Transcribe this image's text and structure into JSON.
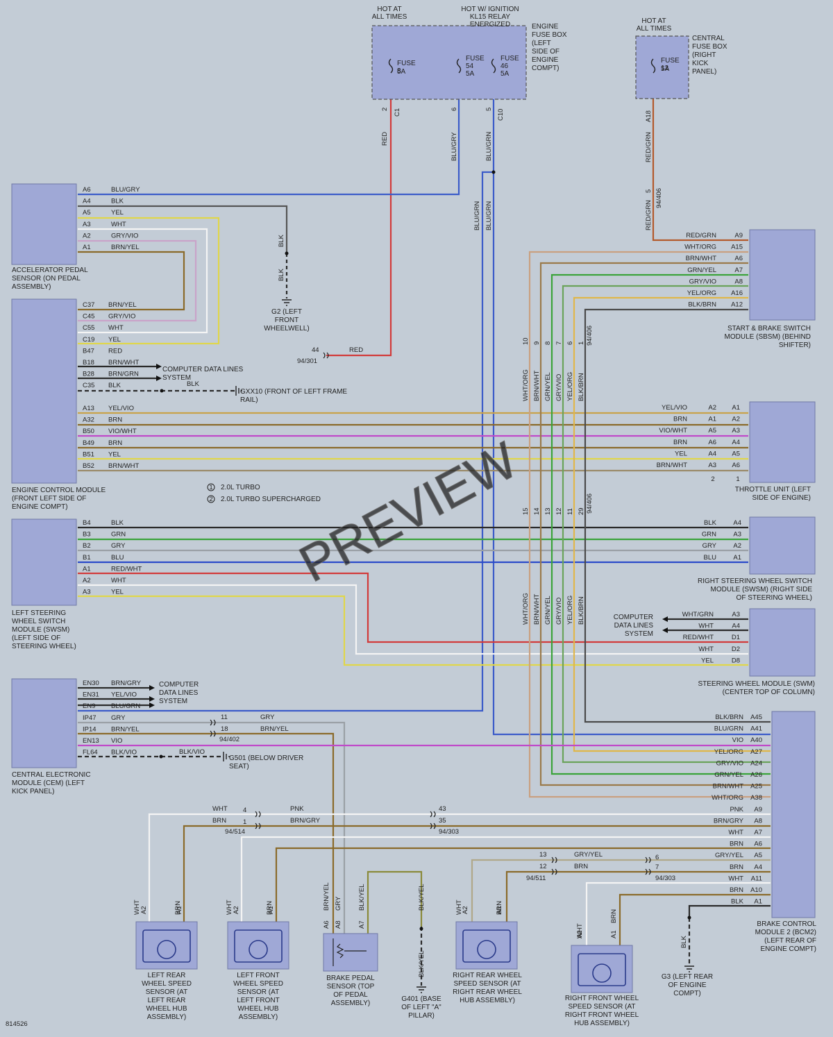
{
  "diagram_id": "814526",
  "watermark": "PREVIEW",
  "power_labels": {
    "hot_at_all_times": "HOT AT ALL TIMES",
    "hot_w_ignition": "HOT W/ IGNITION KL15 RELAY ENERGIZED"
  },
  "fuse_boxes": {
    "engine": "ENGINE FUSE BOX (LEFT SIDE OF ENGINE COMPT)",
    "central": "CENTRAL FUSE BOX (RIGHT KICK PANEL)"
  },
  "fuses": [
    {
      "name": "FUSE 8",
      "rating": "5A"
    },
    {
      "name": "FUSE 54",
      "rating": "5A"
    },
    {
      "name": "FUSE 46",
      "rating": "5A"
    },
    {
      "name": "FUSE 12",
      "rating": "5A"
    }
  ],
  "modules": {
    "aps": "ACCELERATOR PEDAL SENSOR (ON PEDAL ASSEMBLY)",
    "ecm": "ENGINE CONTROL MODULE (FRONT LEFT SIDE OF ENGINE COMPT)",
    "lswsm": "LEFT STEERING WHEEL SWITCH MODULE (SWSM) (LEFT SIDE OF STEERING WHEEL)",
    "cem": "CENTRAL ELECTRONIC MODULE (CEM) (LEFT KICK PANEL)",
    "sbsm": "START & BRAKE SWITCH MODULE (SBSM) (BEHIND SHIFTER)",
    "throttle": "THROTTLE UNIT (LEFT SIDE OF ENGINE)",
    "rswsm": "RIGHT STEERING WHEEL SWITCH MODULE (SWSM) (RIGHT SIDE OF STEERING WHEEL)",
    "swm": "STEERING WHEEL MODULE (SWM) (CENTER TOP OF COLUMN)",
    "bcm2": "BRAKE CONTROL MODULE 2 (BCM2) (LEFT REAR OF ENGINE COMPT)",
    "lr_wss": "LEFT REAR WHEEL SPEED SENSOR (AT LEFT REAR WHEEL HUB ASSEMBLY)",
    "lf_wss": "LEFT FRONT WHEEL SPEED SENSOR (AT LEFT FRONT WHEEL HUB ASSEMBLY)",
    "bps": "BRAKE PEDAL SENSOR (TOP OF PEDAL ASSEMBLY)",
    "rr_wss": "RIGHT REAR WHEEL SPEED SENSOR (AT RIGHT REAR WHEEL HUB ASSEMBLY)",
    "rf_wss": "RIGHT FRONT WHEEL SPEED SENSOR (AT RIGHT FRONT WHEEL HUB ASSEMBLY)"
  },
  "grounds": {
    "g2": "G2 (LEFT FRONT WHEELWELL)",
    "gxx10": "GXX10 (FRONT OF LEFT FRAME RAIL)",
    "g501": "G501 (BELOW DRIVER SEAT)",
    "g401": "G401 (BASE OF LEFT \"A\" PILLAR)",
    "g3": "G3 (LEFT REAR OF ENGINE COMPT)"
  },
  "cdl": "COMPUTER DATA LINES SYSTEM",
  "notes": [
    {
      "num": "1",
      "text": "2.0L TURBO"
    },
    {
      "num": "2",
      "text": "2.0L TURBO SUPERCHARGED"
    }
  ],
  "connectors": {
    "c1": "C1",
    "c10": "C10",
    "c_94_301": "94/301",
    "c_94_406": "94/406",
    "c_94_402": "94/402",
    "c_94_514": "94/514",
    "c_94_303": "94/303",
    "c_94_511": "94/511"
  },
  "aps_pins": [
    {
      "pin": "A6",
      "wire": "BLU/GRY"
    },
    {
      "pin": "A4",
      "wire": "BLK"
    },
    {
      "pin": "A5",
      "wire": "YEL"
    },
    {
      "pin": "A3",
      "wire": "WHT"
    },
    {
      "pin": "A2",
      "wire": "GRY/VIO"
    },
    {
      "pin": "A1",
      "wire": "BRN/YEL"
    }
  ],
  "ecm_pins": [
    {
      "pin": "C37",
      "wire": "BRN/YEL"
    },
    {
      "pin": "C45",
      "wire": "GRY/VIO"
    },
    {
      "pin": "C55",
      "wire": "WHT"
    },
    {
      "pin": "C19",
      "wire": "YEL"
    },
    {
      "pin": "B47",
      "wire": "RED"
    },
    {
      "pin": "B18",
      "wire": "BRN/WHT"
    },
    {
      "pin": "B28",
      "wire": "BRN/GRN"
    },
    {
      "pin": "C35",
      "wire": "BLK"
    },
    {
      "pin": "A13",
      "wire": "YEL/VIO"
    },
    {
      "pin": "A32",
      "wire": "BRN"
    },
    {
      "pin": "B50",
      "wire": "VIO/WHT"
    },
    {
      "pin": "B49",
      "wire": "BRN"
    },
    {
      "pin": "B51",
      "wire": "YEL"
    },
    {
      "pin": "B52",
      "wire": "BRN/WHT"
    }
  ],
  "throttle_pins": [
    {
      "wire": "YEL/VIO",
      "p2": "A2",
      "p1": "A1"
    },
    {
      "wire": "BRN",
      "p2": "A1",
      "p1": "A2"
    },
    {
      "wire": "VIO/WHT",
      "p2": "A5",
      "p1": "A3"
    },
    {
      "wire": "BRN",
      "p2": "A6",
      "p1": "A4"
    },
    {
      "wire": "YEL",
      "p2": "A4",
      "p1": "A5"
    },
    {
      "wire": "BRN/WHT",
      "p2": "A3",
      "p1": "A6"
    }
  ],
  "lswsm_pins": [
    {
      "pin": "B4",
      "wire": "BLK"
    },
    {
      "pin": "B3",
      "wire": "GRN"
    },
    {
      "pin": "B2",
      "wire": "GRY"
    },
    {
      "pin": "B1",
      "wire": "BLU"
    },
    {
      "pin": "A1",
      "wire": "RED/WHT"
    },
    {
      "pin": "A2",
      "wire": "WHT"
    },
    {
      "pin": "A3",
      "wire": "YEL"
    }
  ],
  "rswsm_pins": [
    {
      "pin": "A4",
      "wire": "BLK"
    },
    {
      "pin": "A3",
      "wire": "GRN"
    },
    {
      "pin": "A2",
      "wire": "GRY"
    },
    {
      "pin": "A1",
      "wire": "BLU"
    }
  ],
  "swm_pins": [
    {
      "pin": "A3",
      "wire": "WHT/GRN"
    },
    {
      "pin": "A4",
      "wire": "WHT"
    },
    {
      "pin": "D1",
      "wire": "RED/WHT"
    },
    {
      "pin": "D2",
      "wire": "WHT"
    },
    {
      "pin": "D8",
      "wire": "YEL"
    }
  ],
  "sbsm_pins": [
    {
      "pin": "A9",
      "wire": "RED/GRN"
    },
    {
      "pin": "A15",
      "wire": "WHT/ORG"
    },
    {
      "pin": "A6",
      "wire": "BRN/WHT"
    },
    {
      "pin": "A7",
      "wire": "GRN/YEL"
    },
    {
      "pin": "A8",
      "wire": "GRY/VIO"
    },
    {
      "pin": "A16",
      "wire": "YEL/ORG"
    },
    {
      "pin": "A12",
      "wire": "BLK/BRN"
    }
  ],
  "cem_pins": [
    {
      "pin": "EN30",
      "wire": "BRN/GRY"
    },
    {
      "pin": "EN31",
      "wire": "YEL/VIO"
    },
    {
      "pin": "EN9",
      "wire": "BLU/GRN"
    },
    {
      "pin": "IP47",
      "wire": "GRY"
    },
    {
      "pin": "IP14",
      "wire": "BRN/YEL"
    },
    {
      "pin": "EN13",
      "wire": "VIO"
    },
    {
      "pin": "FL64",
      "wire": "BLK/VIO"
    }
  ],
  "bcm2_pins": [
    {
      "pin": "A45",
      "wire": "BLK/BRN"
    },
    {
      "pin": "A41",
      "wire": "BLU/GRN"
    },
    {
      "pin": "A40",
      "wire": "VIO"
    },
    {
      "pin": "A27",
      "wire": "YEL/ORG"
    },
    {
      "pin": "A24",
      "wire": "GRY/VIO"
    },
    {
      "pin": "A26",
      "wire": "GRN/YEL"
    },
    {
      "pin": "A25",
      "wire": "BRN/WHT"
    },
    {
      "pin": "A38",
      "wire": "WHT/ORG"
    },
    {
      "pin": "A9",
      "wire": "PNK"
    },
    {
      "pin": "A8",
      "wire": "BRN/GRY"
    },
    {
      "pin": "A7",
      "wire": "WHT"
    },
    {
      "pin": "A6",
      "wire": "BRN"
    },
    {
      "pin": "A5",
      "wire": "GRY/YEL"
    },
    {
      "pin": "A4",
      "wire": "BRN"
    },
    {
      "pin": "A11",
      "wire": "WHT"
    },
    {
      "pin": "A10",
      "wire": "BRN"
    },
    {
      "pin": "A1",
      "wire": "BLK"
    }
  ],
  "vertical_wires": [
    {
      "num": "10",
      "num2": "15",
      "wire": "WHT/ORG"
    },
    {
      "num": "9",
      "num2": "14",
      "wire": "BRN/WHT"
    },
    {
      "num": "8",
      "num2": "13",
      "wire": "GRN/YEL"
    },
    {
      "num": "7",
      "num2": "12",
      "wire": "GRY/VIO"
    },
    {
      "num": "6",
      "num2": "11",
      "wire": "YEL/ORG"
    },
    {
      "num": "1",
      "num2": "29",
      "wire": "BLK/BRN"
    }
  ],
  "misc": {
    "red": "RED",
    "blu_gry": "BLU/GRY",
    "blu_grn": "BLU/GRN",
    "blk": "BLK",
    "red_grn": "RED/GRN",
    "n44": "44",
    "n2": "2",
    "n6": "6",
    "n5": "5",
    "a18": "A18",
    "blk_vio": "BLK/VIO",
    "wht": "WHT",
    "brn": "BRN",
    "gry": "GRY",
    "pnk": "PNK",
    "brn_gry": "BRN/GRY",
    "gry_yel": "GRY/YEL",
    "brn_yel": "BRN/YEL",
    "blk_yel": "BLK/YEL",
    "n11": "11",
    "n18": "18",
    "n4": "4",
    "n1": "1",
    "n43": "43",
    "n35": "35",
    "n13": "13",
    "n12": "12",
    "n7": "7",
    "a1": "A1",
    "a2": "A2",
    "a6": "A6",
    "a7": "A7",
    "a8": "A8"
  }
}
